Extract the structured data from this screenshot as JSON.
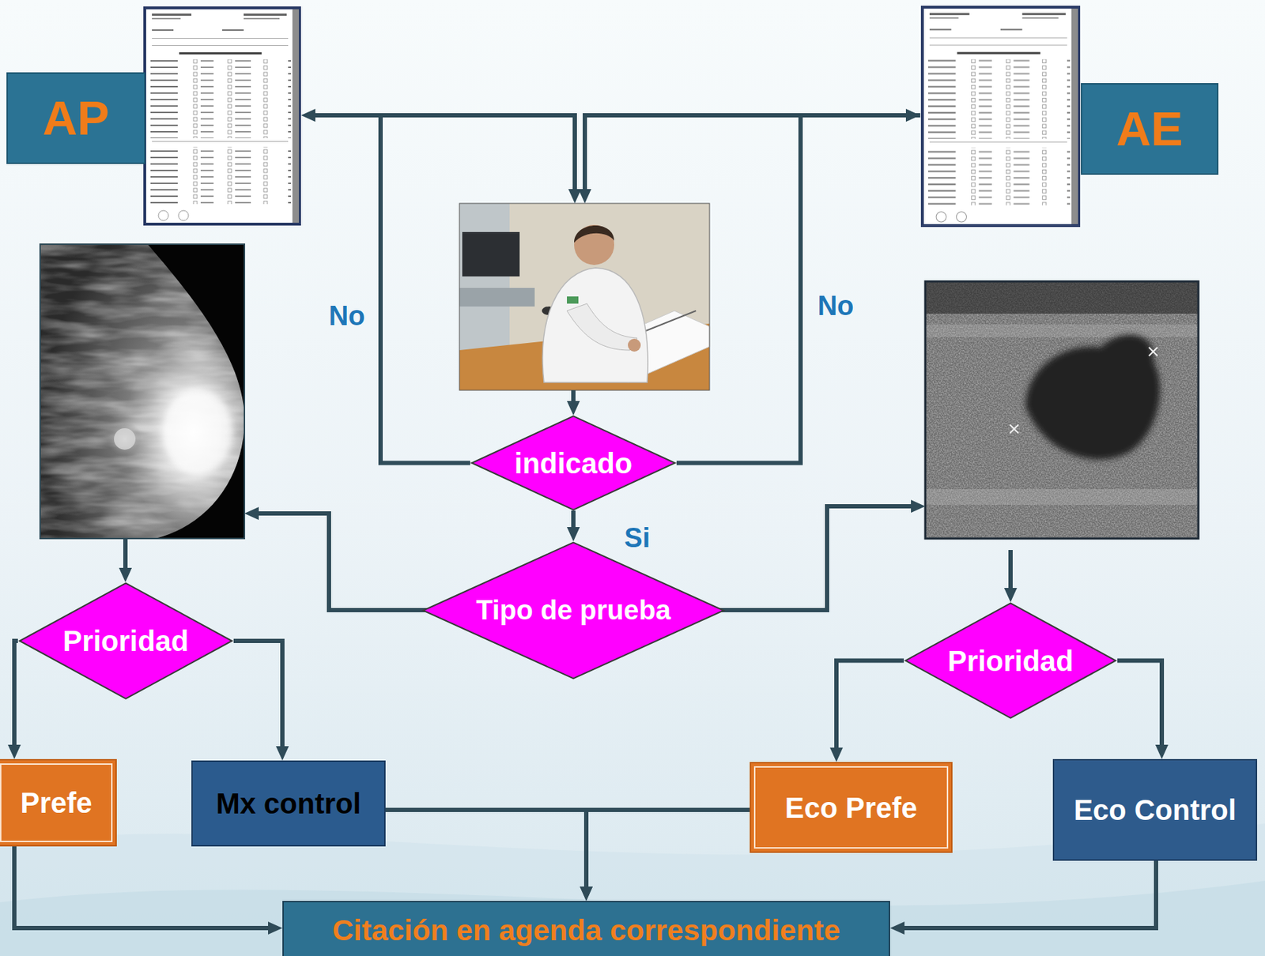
{
  "diagram": {
    "nodes": [
      {
        "text": [
          "AP"
        ]
      },
      {
        "text": [
          "AE"
        ]
      },
      {
        "text": [
          "indicado"
        ]
      },
      {
        "text": [
          "Tipo de prueba"
        ]
      },
      {
        "text": [
          "Prioridad"
        ]
      },
      {
        "text": [
          "Prioridad"
        ]
      },
      {
        "text": [
          "Prefe"
        ]
      },
      {
        "text": [
          "Mx control"
        ]
      },
      {
        "text": [
          "Eco Prefe"
        ]
      },
      {
        "text": [
          "Eco Control"
        ]
      },
      {
        "text": [
          "Citación en agenda correspondiente"
        ]
      }
    ],
    "edges": [
      {
        "from": 2,
        "to": 0,
        "label": "No",
        "arrow": "to"
      },
      {
        "from": 2,
        "to": 1,
        "label": "No",
        "arrow": "to"
      },
      {
        "from": 2,
        "to": 3,
        "label": "Si",
        "arrow": "to"
      },
      {
        "from": 4,
        "to": 6,
        "arrow": "to"
      },
      {
        "from": 4,
        "to": 7,
        "arrow": "to"
      },
      {
        "from": 5,
        "to": 8,
        "arrow": "to"
      },
      {
        "from": 5,
        "to": 9,
        "arrow": "to"
      },
      {
        "from": 6,
        "to": 10,
        "arrow": "to"
      },
      {
        "from": 7,
        "to": 10,
        "arrow": "to"
      },
      {
        "from": 8,
        "to": 10,
        "arrow": "to"
      },
      {
        "from": 9,
        "to": 10,
        "arrow": "to"
      }
    ]
  }
}
